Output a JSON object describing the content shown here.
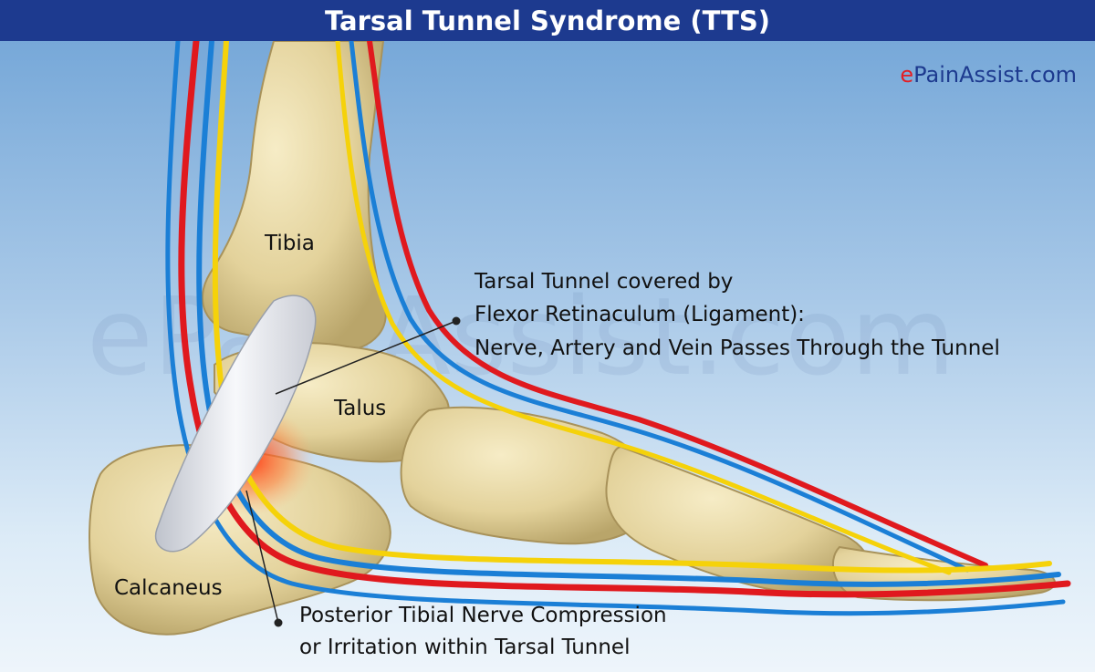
{
  "title": "Tarsal Tunnel Syndrome (TTS)",
  "brand": {
    "prefix": "e",
    "rest": "PainAssist.com"
  },
  "watermark": "ePainAssist.com",
  "labels": {
    "tibia": "Tibia",
    "talus": "Talus",
    "calcaneus": "Calcaneus",
    "tunnel_line1": "Tarsal Tunnel covered by",
    "tunnel_line2": "Flexor Retinaculum  (Ligament):",
    "tunnel_line3": "Nerve, Artery and Vein Passes Through the Tunnel",
    "nerve_line1": "Posterior Tibial Nerve Compression",
    "nerve_line2": "or Irritation within Tarsal Tunnel"
  },
  "colors": {
    "title_bar": "#1d3a8f",
    "bone": "#e8d9a6",
    "artery": "#e0191e",
    "vein": "#1b7fd6",
    "nerve": "#f5d20a",
    "ligament": "#e6e8ee",
    "inflammation": "#ff5a2a",
    "brand_accent": "#e31e24"
  }
}
